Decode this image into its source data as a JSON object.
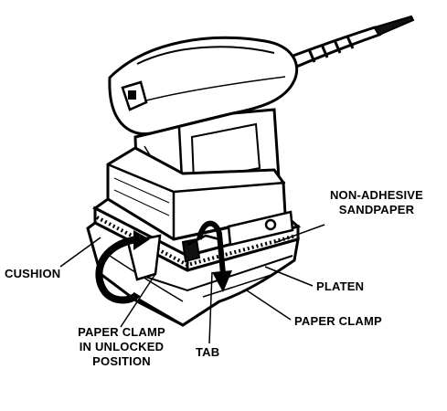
{
  "labels": {
    "non_adhesive_1": "NON-ADHESIVE",
    "non_adhesive_2": "SANDPAPER",
    "cushion": "CUSHION",
    "platen": "PLATEN",
    "paper_clamp": "PAPER CLAMP",
    "unlocked_1": "PAPER CLAMP",
    "unlocked_2": "IN UNLOCKED",
    "unlocked_3": "POSITION",
    "tab": "TAB"
  },
  "colors": {
    "ink": "#000000",
    "paper": "#ffffff"
  }
}
